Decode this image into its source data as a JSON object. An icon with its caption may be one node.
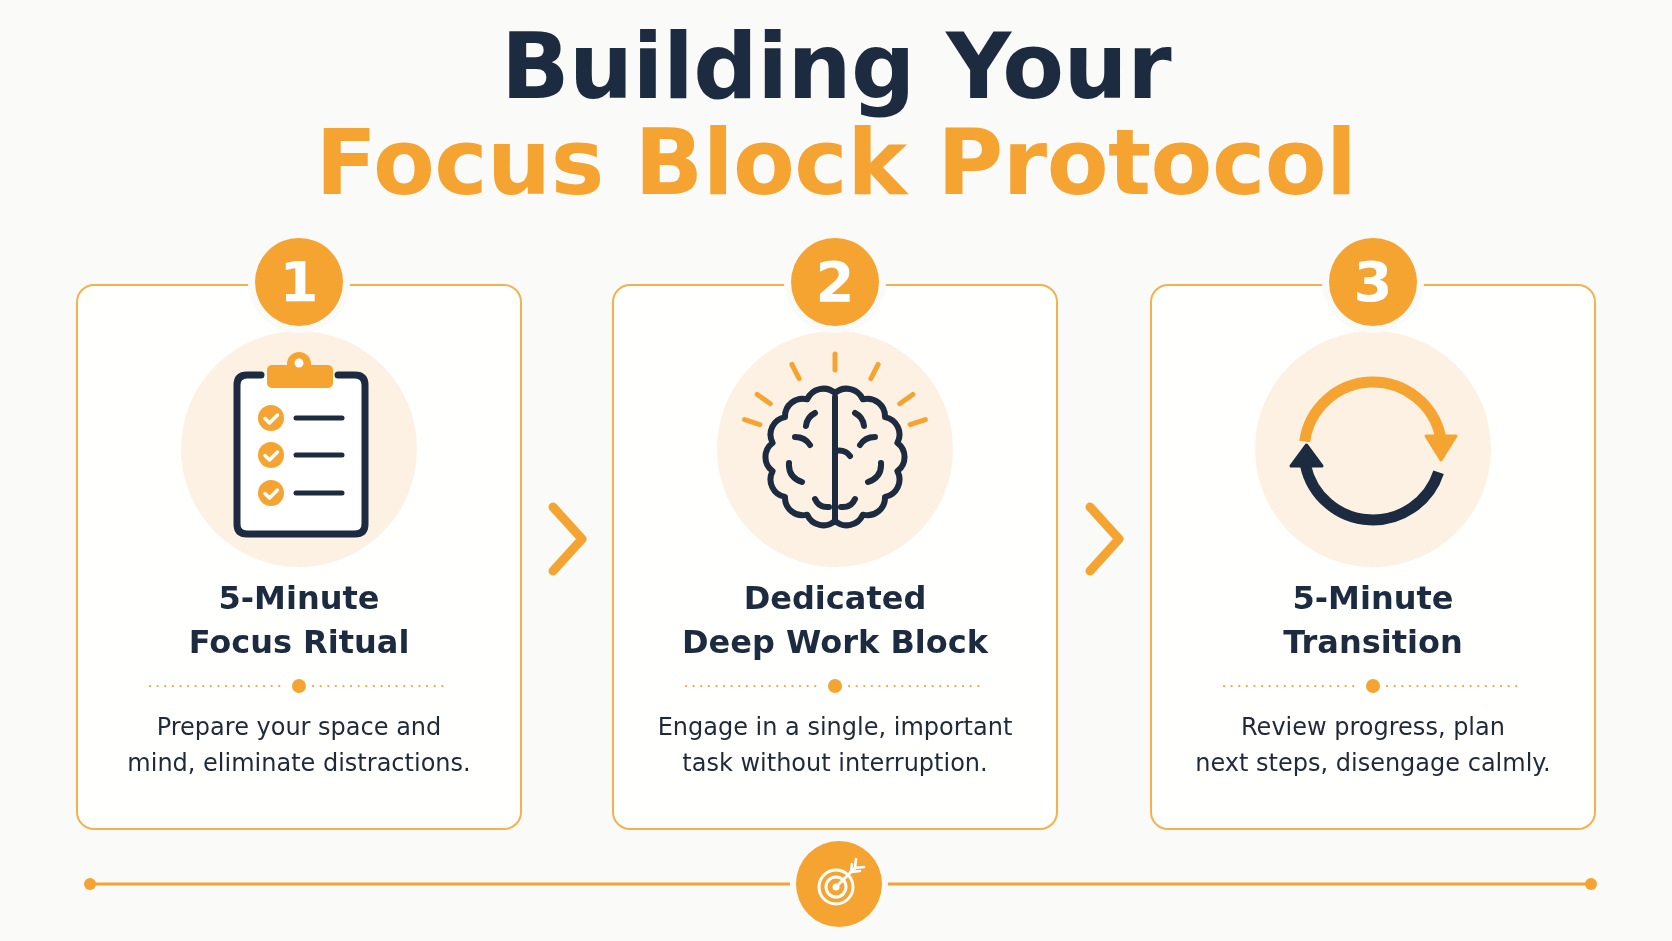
{
  "diagram": {
    "title": "Building Your **Focus Block Protocol**",
    "nodes": [
      {
        "text": [
          "1"
        ]
      },
      {
        "text": [
          "5-Minute Focus Ritual",
          "Prepare your space and mind, eliminate distractions."
        ]
      },
      {
        "text": [
          "2"
        ]
      },
      {
        "text": [
          "Dedicated Deep Work Block",
          "Engage in a single, important task without interruption."
        ]
      },
      {
        "text": [
          "3"
        ]
      },
      {
        "text": [
          "5-Minute Transition",
          "Review progress, plan next steps, disengage calmly."
        ]
      }
    ],
    "edges": [
      {
        "from": 1,
        "to": 3,
        "arrow": "to"
      },
      {
        "from": 3,
        "to": 5,
        "arrow": "to"
      }
    ]
  }
}
